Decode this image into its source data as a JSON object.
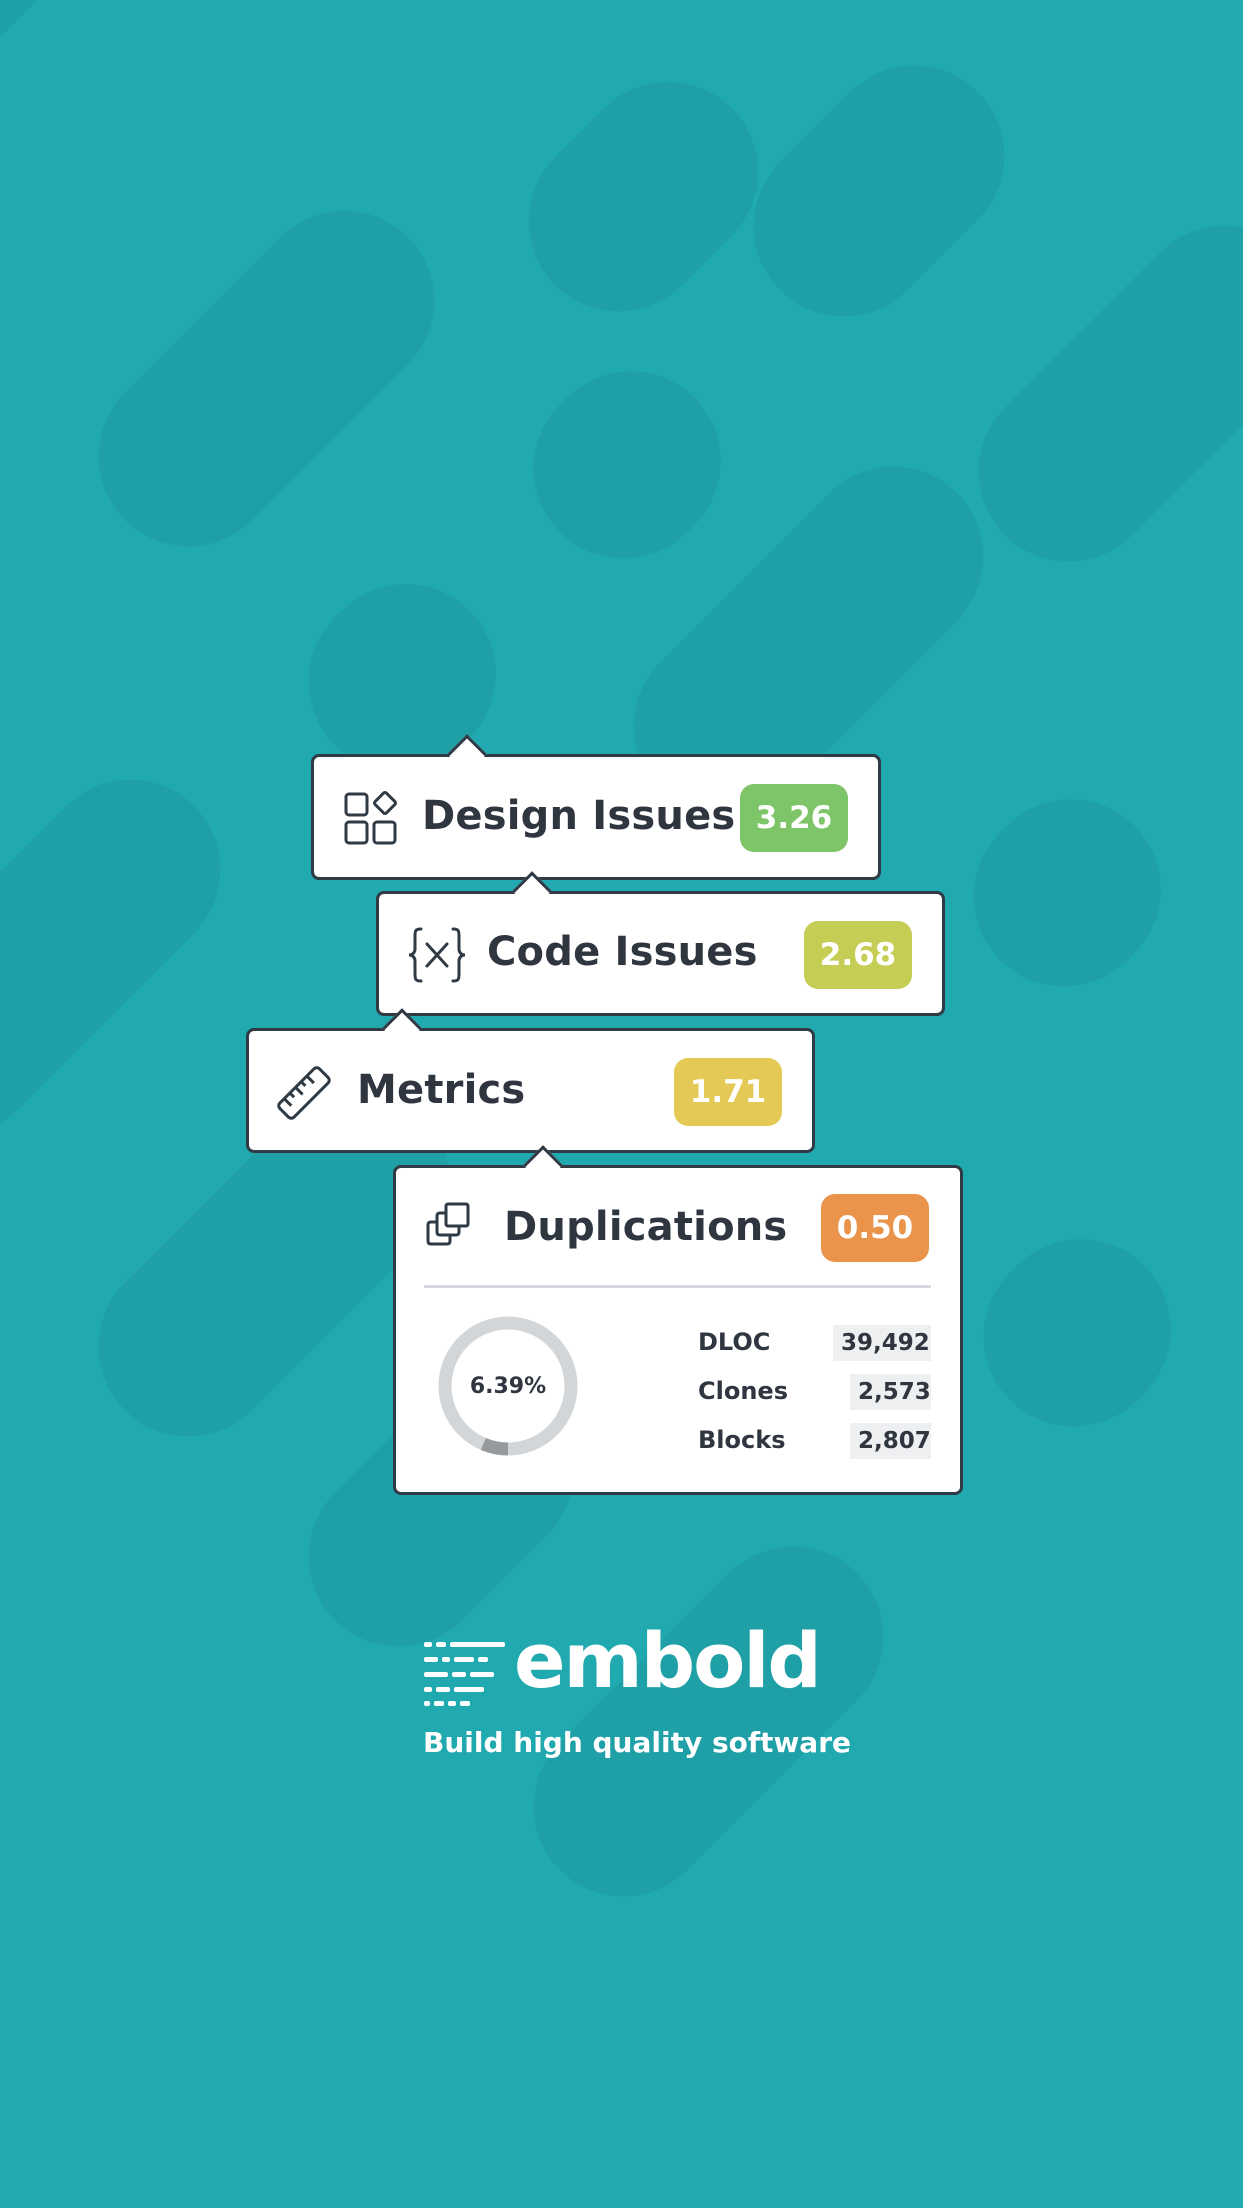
{
  "colors": {
    "background": "#21a9b0",
    "pattern": "#1f9fa6",
    "card_border": "#2f3a45",
    "design_badge": "#7ec56a",
    "code_badge": "#c6cd55",
    "metrics_badge": "#e5c956",
    "duplications_badge": "#e9944a"
  },
  "cards": {
    "design": {
      "title": "Design Issues",
      "score": "3.26",
      "icon": "design-components-icon"
    },
    "code": {
      "title": "Code Issues",
      "score": "2.68",
      "icon": "code-braces-x-icon"
    },
    "metrics": {
      "title": "Metrics",
      "score": "1.71",
      "icon": "ruler-icon"
    },
    "duplications": {
      "title": "Duplications",
      "score": "0.50",
      "icon": "copies-icon",
      "percent_label": "6.39%",
      "percent_value": 6.39,
      "stats": [
        {
          "label": "DLOC",
          "value": "39,492"
        },
        {
          "label": "Clones",
          "value": "2,573"
        },
        {
          "label": "Blocks",
          "value": "2,807"
        }
      ]
    }
  },
  "brand": {
    "name": "embold",
    "tagline": "Build high quality software",
    "logo_icon": "embold-bars-icon"
  }
}
